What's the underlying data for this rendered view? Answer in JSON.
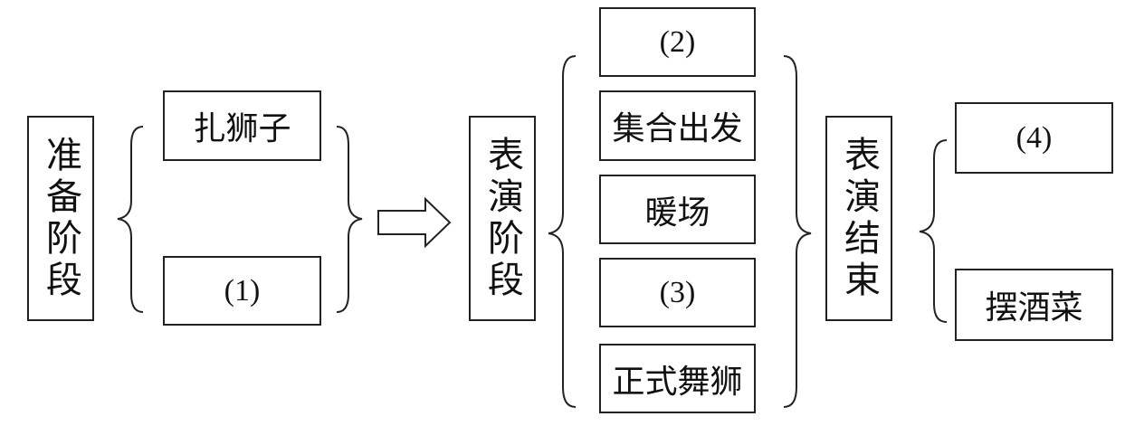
{
  "stages": [
    {
      "label": "准备阶段",
      "items": [
        "扎狮子",
        "(1)"
      ]
    },
    {
      "label": "表演阶段",
      "items": [
        "(2)",
        "集合出发",
        "暖场",
        "(3)",
        "正式舞狮"
      ]
    },
    {
      "label": "表演结束",
      "items": [
        "(4)",
        "摆酒菜"
      ]
    }
  ]
}
